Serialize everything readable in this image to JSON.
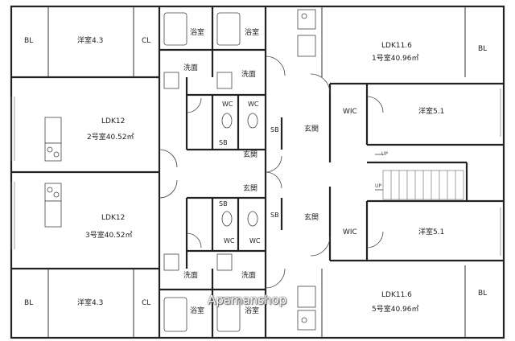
{
  "rooms": {
    "unit1_bl": "BL",
    "unit1_youshitsu": "洋室4.3",
    "unit1_cl": "CL",
    "unit1_yokushitsu": "浴室",
    "unit1_senmen": "洗面",
    "unit1_wc": "WC",
    "unit2_ldk": "LDK12",
    "unit2_no": "2号室40.52㎡",
    "unit2_sb": "SB",
    "unit3_ldk": "LDK12",
    "unit3_no": "3号室40.52㎡",
    "unit3_sb": "SB",
    "unit3_wc": "WC",
    "unit3_senmen": "洗面",
    "unit4_bl": "BL",
    "unit4_youshitsu": "洋室4.3",
    "unit4_cl": "CL",
    "unit4_yokushitsu": "浴室",
    "unit1b_yokushitsu": "浴室",
    "unit1b_senmen": "洗面",
    "unit1b_wc": "WC",
    "genkan_top": "玄関",
    "genkan_mid": "玄関",
    "genkan_2": "玄関",
    "genkan_bot": "玄関",
    "unit1_ldk": "LDK11.6",
    "unit1_no": "1号室40.96㎡",
    "unit1_bl_right": "BL",
    "wic_top": "WIC",
    "youshitsu51_top": "洋室5.1",
    "sb_top": "SB",
    "sb_bot": "SB",
    "wic_bot": "WIC",
    "youshitsu51_bot": "洋室5.1",
    "wc_bot_left": "WC",
    "wc_bot_right": "WC",
    "senmen_bot_right": "洗面",
    "yokushitsu_bot_right": "浴室",
    "unit5_ldk": "LDK11.6",
    "unit5_no": "5号室40.96㎡",
    "unit5_bl": "BL",
    "senmen_right_top": "洗面",
    "yokushitsu_right_top": "浴室"
  },
  "stairs": {
    "up_top": "UP",
    "up_bot": "UP"
  },
  "watermark": "Apamanshop"
}
